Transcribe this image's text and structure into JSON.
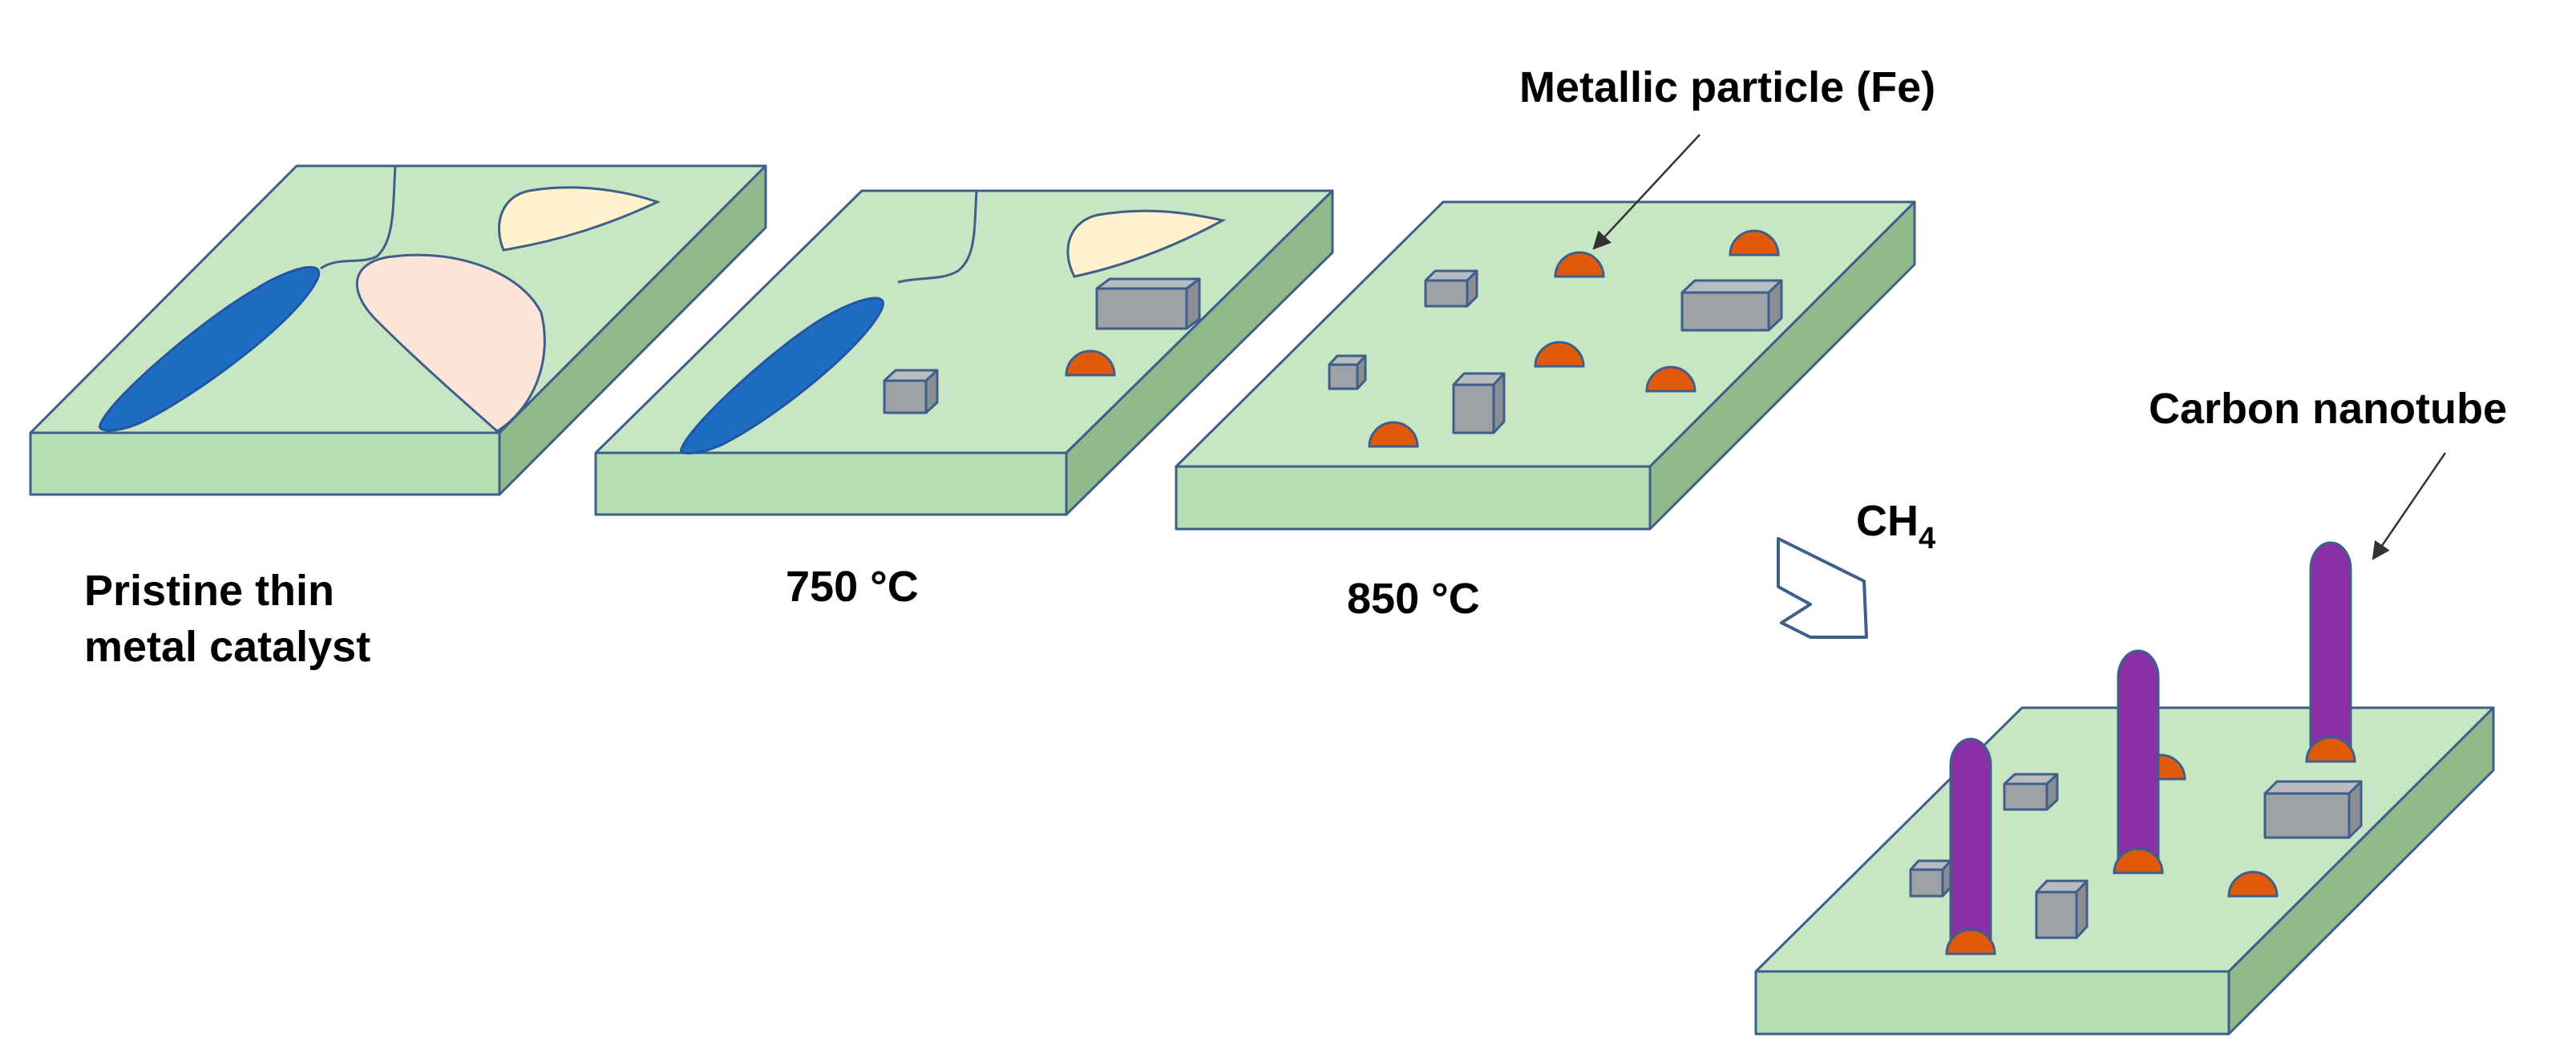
{
  "labels": {
    "pristine_line1": "Pristine thin",
    "pristine_line2": "metal catalyst",
    "temp_750": "750 °C",
    "temp_850": "850 °C",
    "gas_main": "CH",
    "gas_sub": "4",
    "metallic_particle": "Metallic particle (Fe)",
    "carbon_nanotube": "Carbon nanotube"
  },
  "colors": {
    "substrate": "#c8e6c4",
    "edge": "#3d5f8a",
    "blue_grain": "#1f6cc3",
    "pink_grain": "#fde4d8",
    "cream_grain": "#fff2cc",
    "oxide_cube": "#9ea1a6",
    "fe_particle": "#e05a0a",
    "nanotube": "#8b2fa6"
  }
}
